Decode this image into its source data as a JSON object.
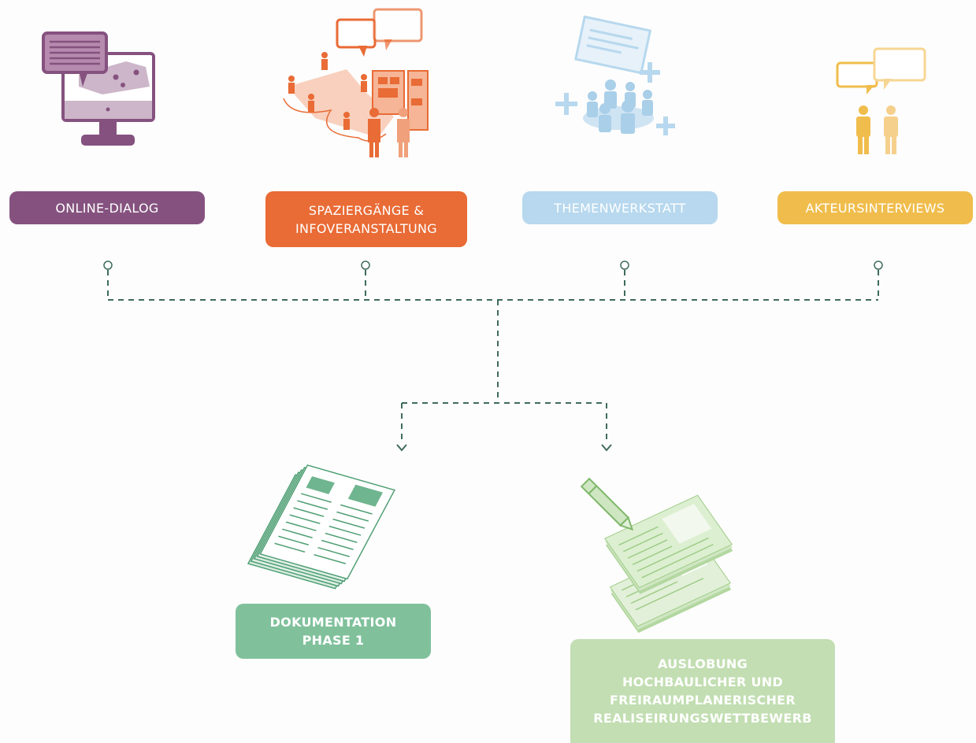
{
  "colors": {
    "online": "#85527f",
    "spaziergang": "#e96b35",
    "themen": "#b7d8ee",
    "akteur": "#f0bd4c",
    "doku": "#80c19c",
    "auslobung": "#c2deb2",
    "connector": "#3f6b5e"
  },
  "formats": [
    {
      "label": "ONLINE-DIALOG",
      "icon": "computer-map-chat-icon"
    },
    {
      "label": "SPAZIERGÄNGE &\nINFOVERANSTALTUNG",
      "icon": "walk-event-people-icon"
    },
    {
      "label": "THEMENWERKSTATT",
      "icon": "workshop-group-icon"
    },
    {
      "label": "AKTEURSINTERVIEWS",
      "icon": "interview-people-icon"
    }
  ],
  "outputs": [
    {
      "label": "DOKUMENTATION\nPHASE 1",
      "icon": "documents-stack-icon"
    },
    {
      "label": "AUSLOBUNG\nHOCHBAULICHER UND\nFREIRAUMPLANERISCHER\nREALISEIRUNGSWETTBEWERB",
      "icon": "pencil-papers-icon"
    }
  ]
}
